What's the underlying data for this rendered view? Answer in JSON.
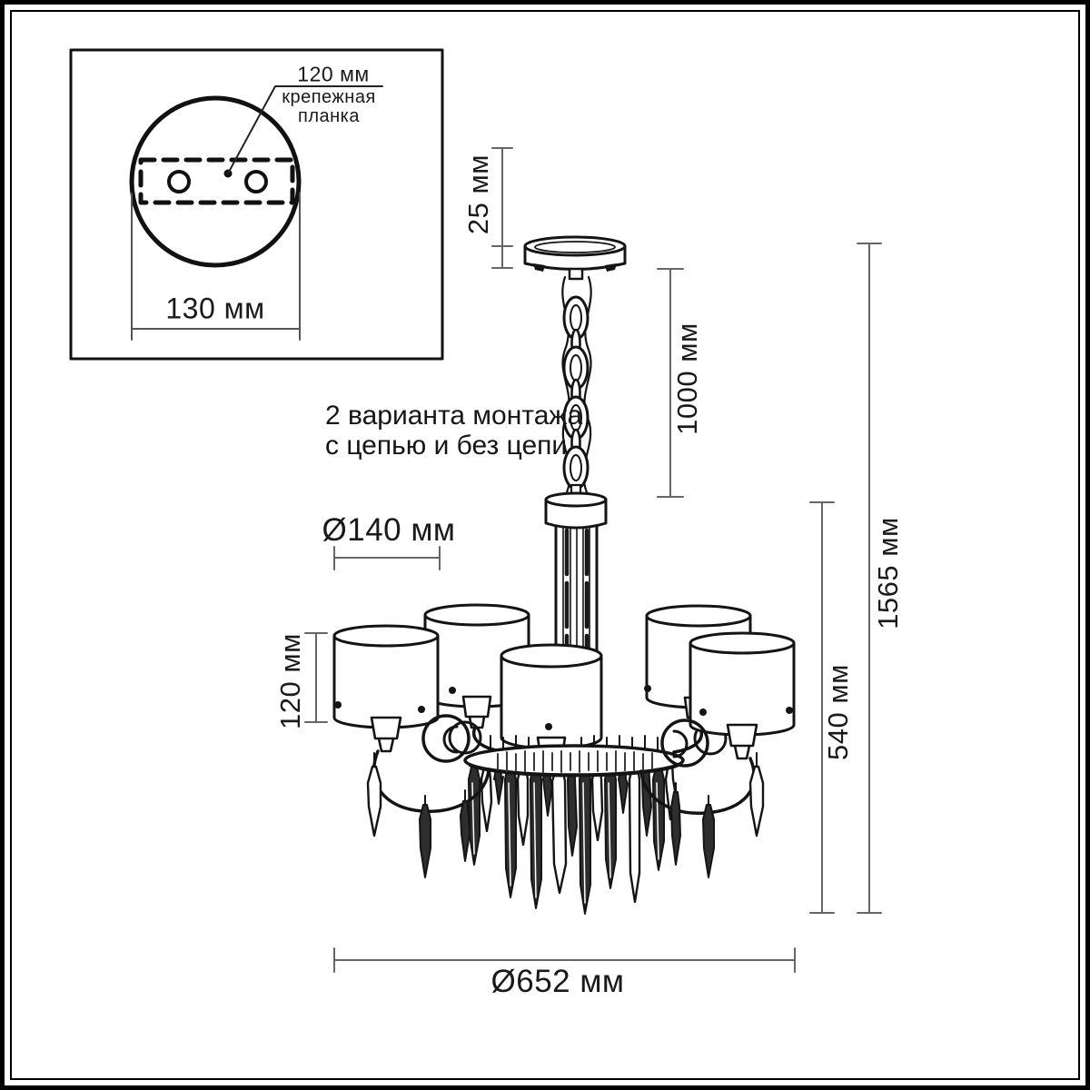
{
  "diagram": {
    "inset": {
      "hole_spacing": "120 мм",
      "plate_line1": "крепежная",
      "plate_line2": "планка",
      "plate_width": "130 мм"
    },
    "note_line1": "2 варианта монтажа",
    "note_line2": "с цепью и без цепи",
    "dimensions": {
      "canopy_height": "25 мм",
      "chain_length": "1000 мм",
      "total_height": "1565 мм",
      "body_height": "540 мм",
      "shade_diameter": "Ø140 мм",
      "shade_height": "120 мм",
      "fixture_diameter": "Ø652 мм"
    },
    "colors": {
      "outline": "#141414",
      "dimension_line": "#666666",
      "crystal_fill": "#2e2e2e",
      "background": "#ffffff"
    }
  }
}
